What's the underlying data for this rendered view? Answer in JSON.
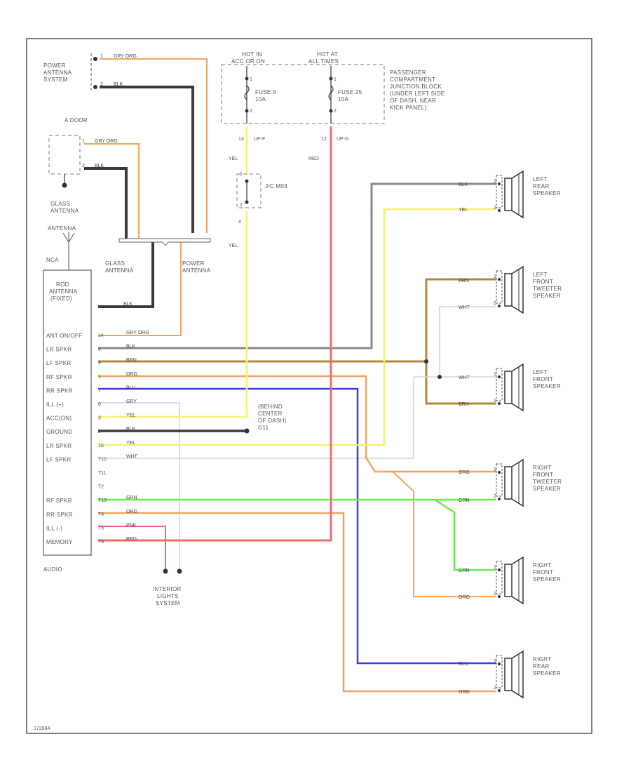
{
  "colors": {
    "ORG": "#f4a460",
    "GRY": "#8a8a8a",
    "BLK": "#3a3a3a",
    "YEL": "#f3f37a",
    "RED": "#f06a6a",
    "BRN": "#b08a3a",
    "WHT": "#d6d6d6",
    "BLU": "#3a3af0",
    "GRN": "#66ee44",
    "PNK": "#f06090",
    "outline": "#666666"
  },
  "labels": {
    "power_antenna_system": [
      "POWER",
      "ANTENNA",
      "SYSTEM"
    ],
    "a_door": "A DOOR",
    "glass_antenna": [
      "GLASS",
      "ANTENNA"
    ],
    "antenna": "ANTENNA",
    "nca": "NCA",
    "rod_antenna": [
      "ROD",
      "ANTENNA",
      "(FIXED)"
    ],
    "glass_antenna_2": [
      "GLASS",
      "ANTENNA"
    ],
    "power_antenna_2": [
      "POWER",
      "ANTENNA"
    ],
    "hot_in_acc_on": [
      "HOT IN",
      "ACC OR ON"
    ],
    "hot_at_all_times": [
      "HOT AT",
      "ALL TIMES"
    ],
    "fuse_9": [
      "FUSE 9",
      "10A"
    ],
    "fuse_25": [
      "FUSE 25",
      "10A"
    ],
    "junction_block": [
      "PASSENGER",
      "COMPARTMENT",
      "JUNCTION BLOCK",
      "(UNDER LEFT SIDE",
      "OF DASH, NEAR",
      "KICK PANEL)"
    ],
    "j_c_code": "J/C M03",
    "behind_center": [
      "(BEHIND",
      "CENTER",
      "OF DASH)",
      "G11"
    ],
    "audio": "AUDIO",
    "interior_lights": [
      "INTERIOR",
      "LIGHTS",
      "SYSTEM"
    ],
    "left_rear_speaker": [
      "LEFT",
      "REAR",
      "SPEAKER"
    ],
    "left_front_tweeter": [
      "LEFT",
      "FRONT",
      "TWEETER",
      "SPEAKER"
    ],
    "left_front_speaker": [
      "LEFT",
      "FRONT",
      "SPEAKER"
    ],
    "right_front_tweeter": [
      "RIGHT",
      "FRONT",
      "TWEETER",
      "SPEAKER"
    ],
    "right_front_speaker": [
      "RIGHT",
      "FRONT",
      "SPEAKER"
    ],
    "right_rear_speaker": [
      "RIGHT",
      "REAR",
      "SPEAKER"
    ],
    "footer_code": "172984"
  },
  "audio_pins": [
    {
      "pin": "14",
      "name": "ANT ON/OFF",
      "wire": "GRY ORG"
    },
    {
      "pin": "8",
      "name": "LR SPKR",
      "wire": "BLK"
    },
    {
      "pin": "9",
      "name": "LF SPKR",
      "wire": "BRN"
    },
    {
      "pin": "1",
      "name": "RF SPKR",
      "wire": "ORG"
    },
    {
      "pin": "7",
      "name": "RR SPKR",
      "wire": "BLU"
    },
    {
      "pin": "6",
      "name": "ILL (+)",
      "wire": "GRY"
    },
    {
      "pin": "3",
      "name": "ACC(ON)",
      "wire": "YEL"
    },
    {
      "pin": "2",
      "name": "GROUND",
      "wire": "BLK"
    },
    {
      "pin": "16",
      "name": "LR SPKR",
      "wire": "YEL"
    },
    {
      "pin": "T10",
      "name": "LF SPKR",
      "wire": "WHT"
    },
    {
      "pin": "T11",
      "name": "",
      "wire": ""
    },
    {
      "pin": "T2",
      "name": "",
      "wire": ""
    },
    {
      "pin": "T13",
      "name": "RF SPKR",
      "wire": "GRN"
    },
    {
      "pin": "T4",
      "name": "RR SPKR",
      "wire": "ORG"
    },
    {
      "pin": "T5",
      "name": "ILL (-)",
      "wire": "PNK"
    },
    {
      "pin": "T6",
      "name": "MEMORY",
      "wire": "RED"
    }
  ],
  "wire_labels": {
    "pa_top": "GRY ORG",
    "pa_bottom": "BLK",
    "door_top": "GRY ORG",
    "door_bottom": "BLK",
    "rod_blk": "BLK",
    "yel_upper": "YEL",
    "yel_lower": "YEL",
    "red_upper": "RED",
    "lr_blk": "BLK",
    "lr_yel": "YEL",
    "lft_brn": "BRN",
    "lft_wht": "WHT",
    "lf_wht": "WHT",
    "lf_brn": "BRN",
    "rft_org": "ORG",
    "rft_grn": "GRN",
    "rf_grn": "GRN",
    "rf_org": "ORG",
    "rr_blu": "BLU",
    "rr_org": "ORG"
  },
  "connector_pins": {
    "pa_1": "1",
    "pa_2": "2",
    "door_1": "1",
    "door_2": "2",
    "fuse9_top": "1",
    "fuse9_bottom": "2",
    "fuse25_top": "1",
    "fuse25_bottom": "2",
    "jb_left": "13",
    "jb_left_conn": "UP-F",
    "jb_right": "12",
    "jb_right_conn": "UP-G",
    "jc_1": "1",
    "jc_2": "2",
    "jc_out": "4",
    "spk_a": "1",
    "spk_b": "2"
  }
}
